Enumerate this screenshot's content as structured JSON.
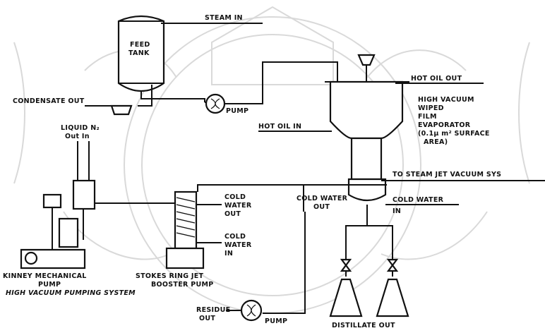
{
  "colors": {
    "ink": "#111111",
    "watermark": "#d9d9d9",
    "paper": "#ffffff"
  },
  "labels": {
    "steam_in": "STEAM IN",
    "feed_tank": [
      "FEED",
      "TANK"
    ],
    "condensate_out": "CONDENSATE OUT",
    "pump_feed": "PUMP",
    "hot_oil_out": "HOT OIL OUT",
    "hot_oil_in": "HOT OIL IN",
    "evaporator": [
      "HIGH VACUUM",
      "WIPED",
      "FILM",
      "EVAPORATOR",
      "(0.1µ m² SURFACE",
      "AREA)"
    ],
    "liquid_n2": "LIQUID N₂",
    "out_in": "Out In",
    "to_steam_jet": "TO STEAM JET VACUUM SYS",
    "cold_water_out_1": [
      "COLD",
      "WATER",
      "OUT"
    ],
    "cold_water_in_1": [
      "COLD",
      "WATER",
      "IN"
    ],
    "cold_water_out_2": [
      "COLD WATER",
      "OUT"
    ],
    "cold_water_in_2": [
      "COLD WATER",
      "IN"
    ],
    "kinney_pump": [
      "KINNEY MECHANICAL",
      "PUMP"
    ],
    "stokes_pump": [
      "STOKES RING JET",
      "BOOSTER PUMP"
    ],
    "system_title": "HIGH VACUUM PUMPING SYSTEM",
    "residue_out": [
      "RESIDUE",
      "OUT"
    ],
    "pump_residue": "PUMP",
    "distillate_out": "DISTILLATE OUT"
  }
}
